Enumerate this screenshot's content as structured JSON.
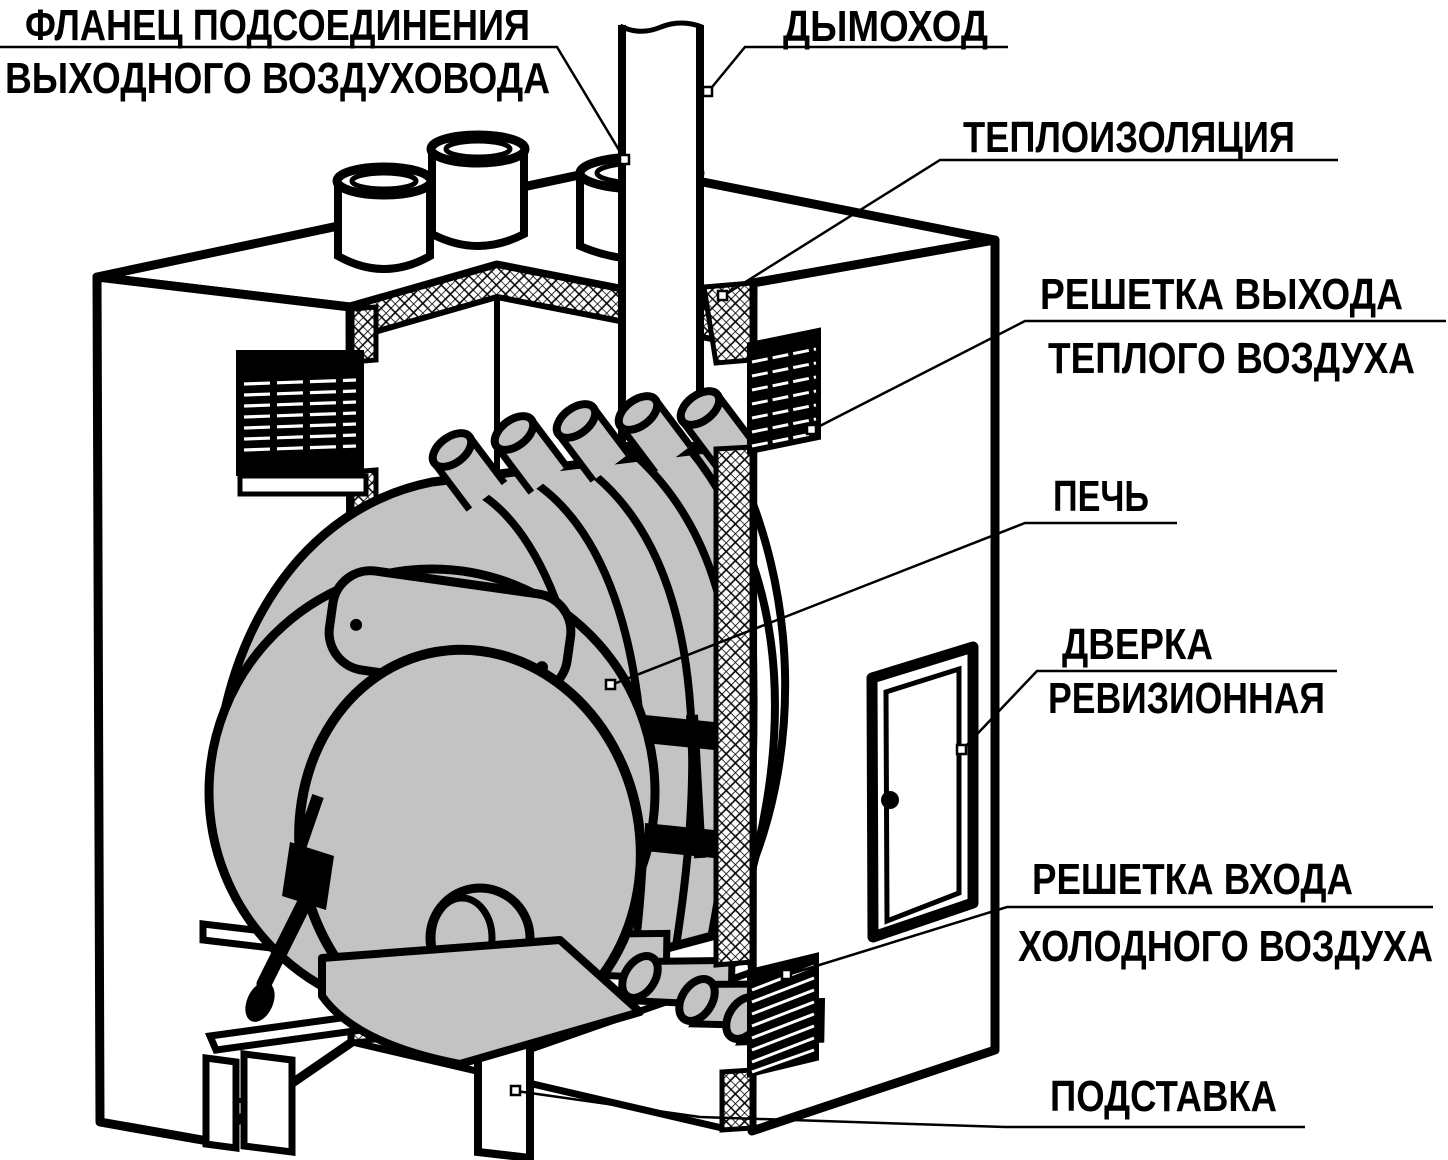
{
  "diagram": {
    "kind": "stove-installation-technical-drawing",
    "colors": {
      "line": "#000000",
      "background": "#ffffff",
      "metal_fill": "#c3c3c3"
    },
    "labels": {
      "flange_line1": "ФЛАНЕЦ ПОДСОЕДИНЕНИЯ",
      "flange_line2": "ВЫХОДНОГО ВОЗДУХОВОДА",
      "chimney": "ДЫМОХОД",
      "insulation": "ТЕПЛОИЗОЛЯЦИЯ",
      "warm_grille_line1": "РЕШЕТКА ВЫХОДА",
      "warm_grille_line2": "ТЕПЛОГО ВОЗДУХА",
      "stove": "ПЕЧЬ",
      "door_line1": "ДВЕРКА",
      "door_line2": "РЕВИЗИОННАЯ",
      "cold_grille_line1": "РЕШЕТКА ВХОДА",
      "cold_grille_line2": "ХОЛОДНОГО ВОЗДУХА",
      "stand": "ПОДСТАВКА"
    }
  }
}
